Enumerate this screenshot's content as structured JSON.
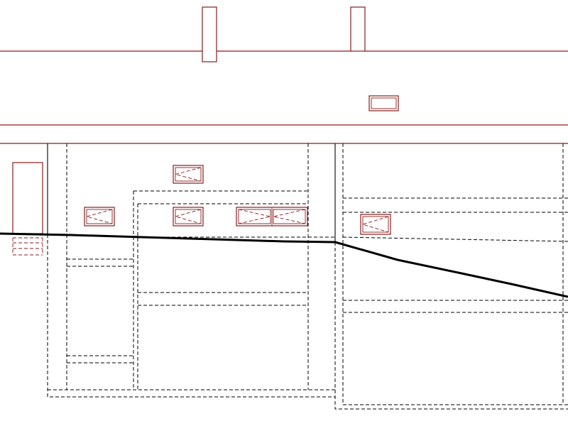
{
  "drawing": {
    "kind": "architectural-elevation",
    "colors": {
      "building_lines": "#8b1a1a",
      "structure_lines": "#000000",
      "background": "#ffffff"
    },
    "elements": {
      "chimneys": 2,
      "roof_window": 1,
      "upper_windows": 1,
      "lower_windows": 5,
      "door": 1
    }
  }
}
